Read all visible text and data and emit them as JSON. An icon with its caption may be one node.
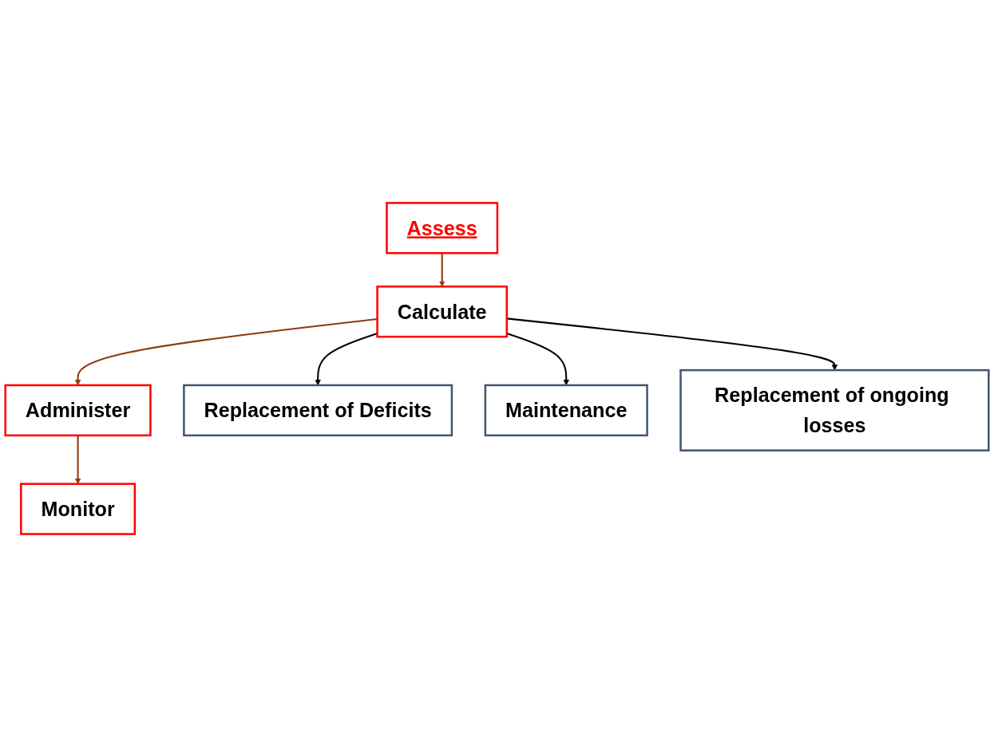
{
  "diagram": {
    "nodes": [
      {
        "text": [
          "Assess"
        ]
      },
      {
        "text": [
          "Calculate"
        ]
      },
      {
        "text": [
          "Administer"
        ]
      },
      {
        "text": [
          "Monitor"
        ]
      },
      {
        "text": [
          "Replacement of Deficits"
        ]
      },
      {
        "text": [
          "Maintenance"
        ]
      },
      {
        "text": [
          "Replacement of ongoing losses"
        ]
      }
    ],
    "edges": [
      {
        "from": 0,
        "to": 1,
        "arrow": "to",
        "color": "#8b3a0f"
      },
      {
        "from": 1,
        "to": 4,
        "arrow": "to",
        "color": "#000000"
      },
      {
        "from": 1,
        "to": 5,
        "arrow": "to",
        "color": "#000000"
      },
      {
        "from": 1,
        "to": 6,
        "arrow": "to",
        "color": "#000000"
      },
      {
        "from": 1,
        "to": 2,
        "arrow": "to",
        "color": "#8b3a0f"
      },
      {
        "from": 2,
        "to": 3,
        "arrow": "to",
        "color": "#8b3a0f"
      }
    ]
  }
}
